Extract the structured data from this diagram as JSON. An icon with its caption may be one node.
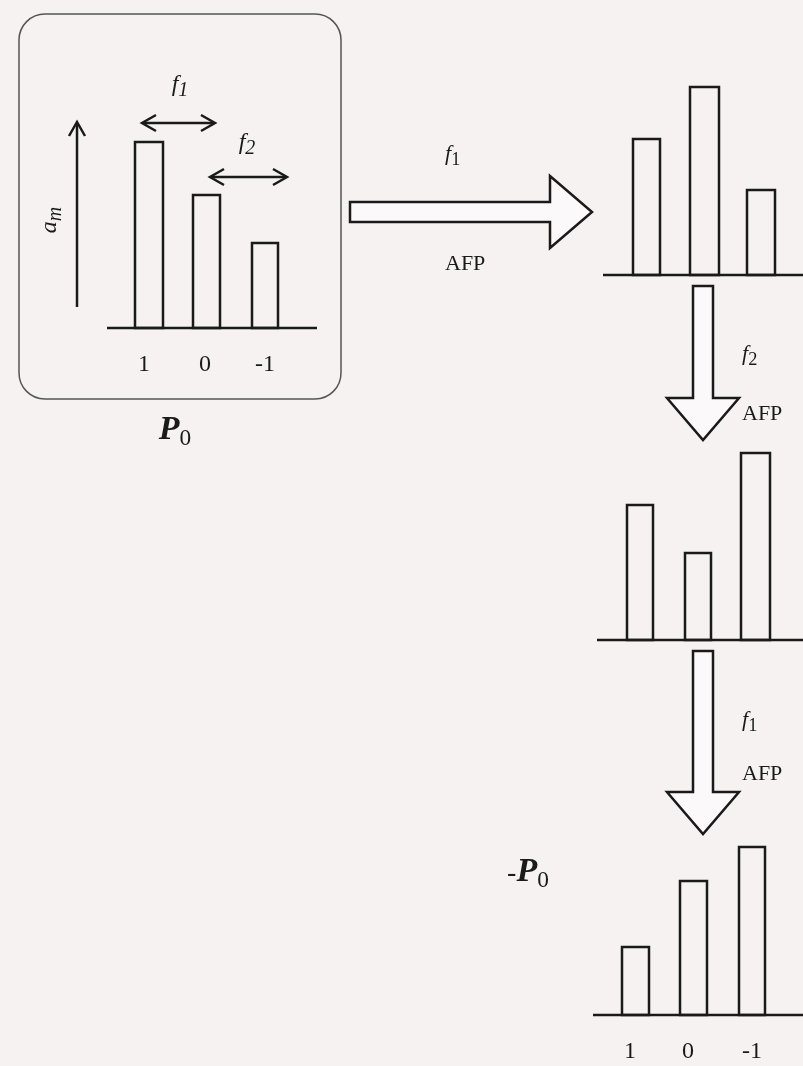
{
  "diagram": {
    "nodes": [
      {
        "text": [
          "f$_{1}$",
          "f$_{2}$",
          "a$_{m}$",
          "1",
          "0",
          "-1",
          "**P**$_{0}$"
        ]
      },
      {
        "text": [],
        "shape": "picture"
      },
      {
        "text": [],
        "shape": "picture"
      },
      {
        "text": [
          "-**P**$_{0}$",
          "1",
          "0",
          "-1"
        ]
      }
    ],
    "edges": [
      {
        "from": 0,
        "to": 1,
        "arrow": "to",
        "label": "*f*$_{1}$ AFP"
      },
      {
        "from": 1,
        "to": 2,
        "arrow": "to",
        "label": "*f*$_{2}$ AFP"
      },
      {
        "from": 2,
        "to": 3,
        "arrow": "to",
        "label": "*f*$_{1}$ AFP"
      }
    ]
  }
}
